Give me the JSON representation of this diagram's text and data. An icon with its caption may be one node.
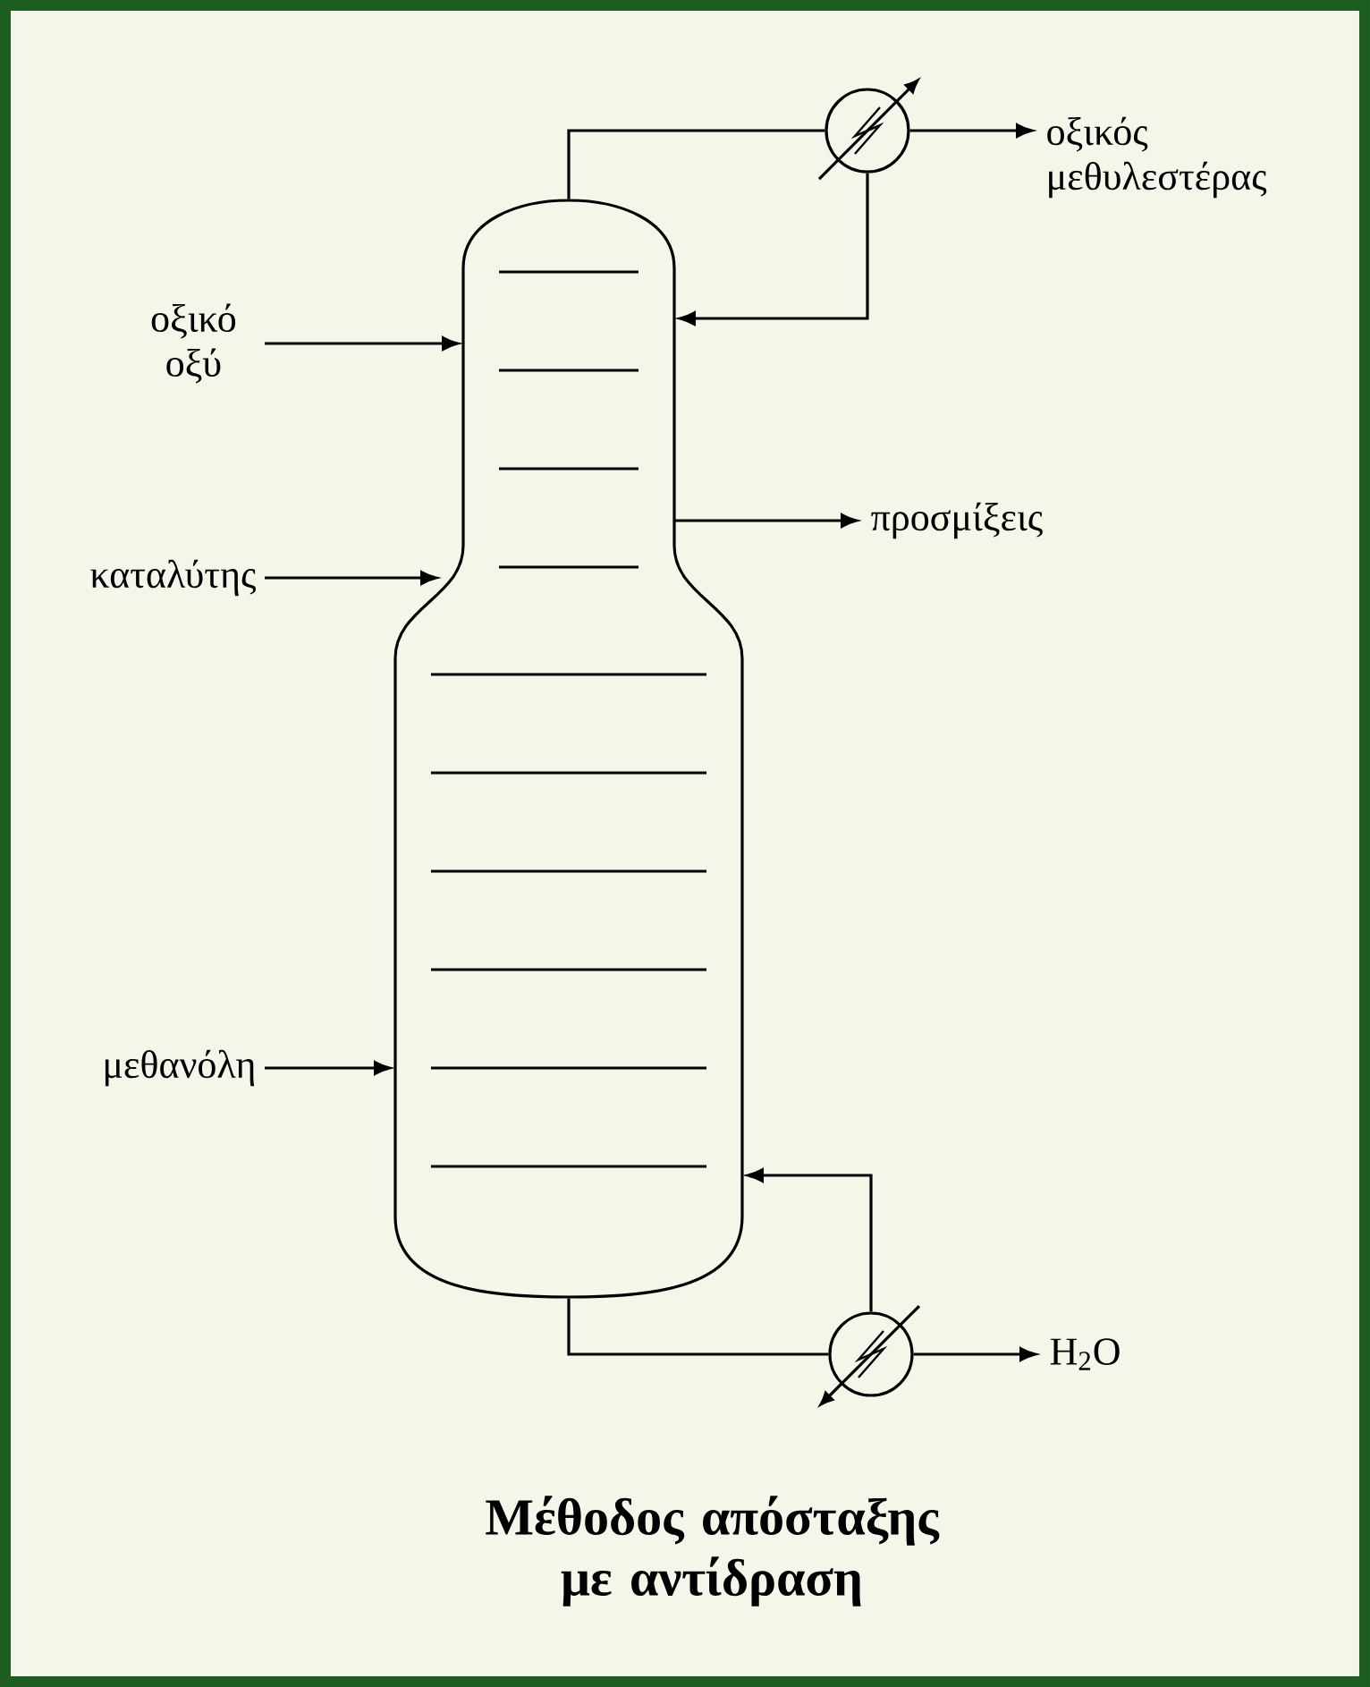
{
  "diagram": {
    "title": "Μέθοδος απόσταξης με αντίδραση",
    "nodes": [
      {
        "text": [],
        "shape": "column"
      },
      {
        "text": [],
        "shape": "circle"
      },
      {
        "text": [],
        "shape": "circle"
      },
      {
        "text": [
          "οξικό οξύ"
        ]
      },
      {
        "text": [
          "καταλύτης"
        ]
      },
      {
        "text": [
          "μεθανόλη"
        ]
      },
      {
        "text": [
          "οξικός μεθυλεστέρας"
        ]
      },
      {
        "text": [
          "προσμίξεις"
        ]
      },
      {
        "text": [
          "H$_{2}$O"
        ]
      }
    ],
    "edges": [
      {
        "from": 0,
        "to": 1,
        "arrow": "none"
      },
      {
        "from": 1,
        "to": 6,
        "arrow": "to"
      },
      {
        "from": 1,
        "to": 0,
        "arrow": "to"
      },
      {
        "from": 3,
        "to": 0,
        "arrow": "to"
      },
      {
        "from": 4,
        "to": 0,
        "arrow": "to"
      },
      {
        "from": 5,
        "to": 0,
        "arrow": "to"
      },
      {
        "from": 0,
        "to": 7,
        "arrow": "to"
      },
      {
        "from": 0,
        "to": 2,
        "arrow": "none"
      },
      {
        "from": 2,
        "to": 0,
        "arrow": "to"
      },
      {
        "from": 2,
        "to": 8,
        "arrow": "to"
      }
    ]
  }
}
